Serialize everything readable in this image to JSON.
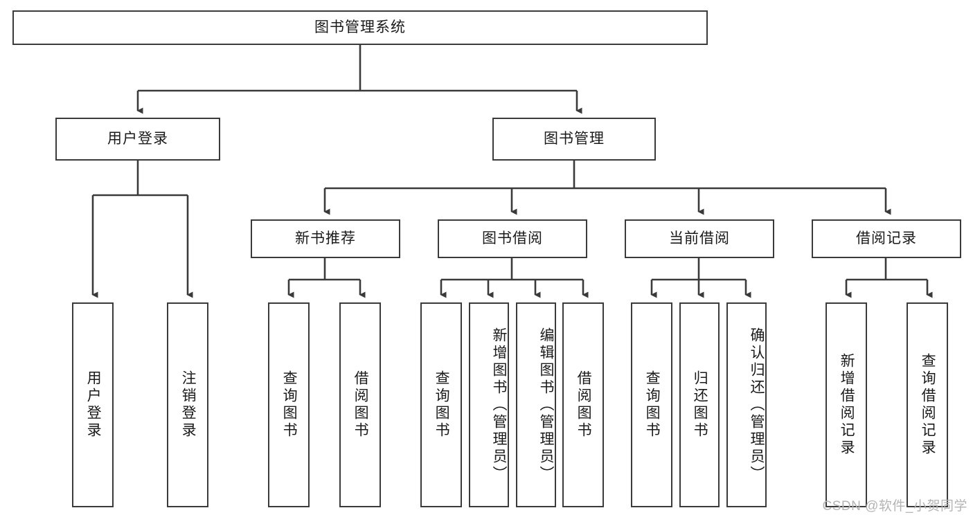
{
  "diagram": {
    "title": "图书管理系统",
    "type": "hierarchy-tree",
    "colors": {
      "box_border": "#3a3a3a",
      "box_fill": "#ffffff",
      "edge": "#3a3a3a",
      "text": "#1a1a1a",
      "watermark": "#b4b4b4",
      "background": "#ffffff"
    },
    "root": {
      "label": "图书管理系统"
    },
    "level2": [
      {
        "label": "用户登录"
      },
      {
        "label": "图书管理"
      }
    ],
    "level3": [
      {
        "label": "新书推荐"
      },
      {
        "label": "图书借阅"
      },
      {
        "label": "当前借阅"
      },
      {
        "label": "借阅记录"
      }
    ],
    "leaves": {
      "user_login": [
        {
          "label": "用户登录"
        },
        {
          "label": "注销登录"
        }
      ],
      "new_book_recommend": [
        {
          "label": "查询图书"
        },
        {
          "label": "借阅图书"
        }
      ],
      "book_borrow": [
        {
          "label": "查询图书"
        },
        {
          "label": "新增图书（管理员）"
        },
        {
          "label": "编辑图书（管理员）"
        },
        {
          "label": "借阅图书"
        }
      ],
      "current_borrow": [
        {
          "label": "查询图书"
        },
        {
          "label": "归还图书"
        },
        {
          "label": "确认归还（管理员）"
        }
      ],
      "borrow_record": [
        {
          "label": "新增借阅记录"
        },
        {
          "label": "查询借阅记录"
        }
      ]
    }
  },
  "watermark": {
    "text": "CSDN @软件_小贺同学"
  }
}
